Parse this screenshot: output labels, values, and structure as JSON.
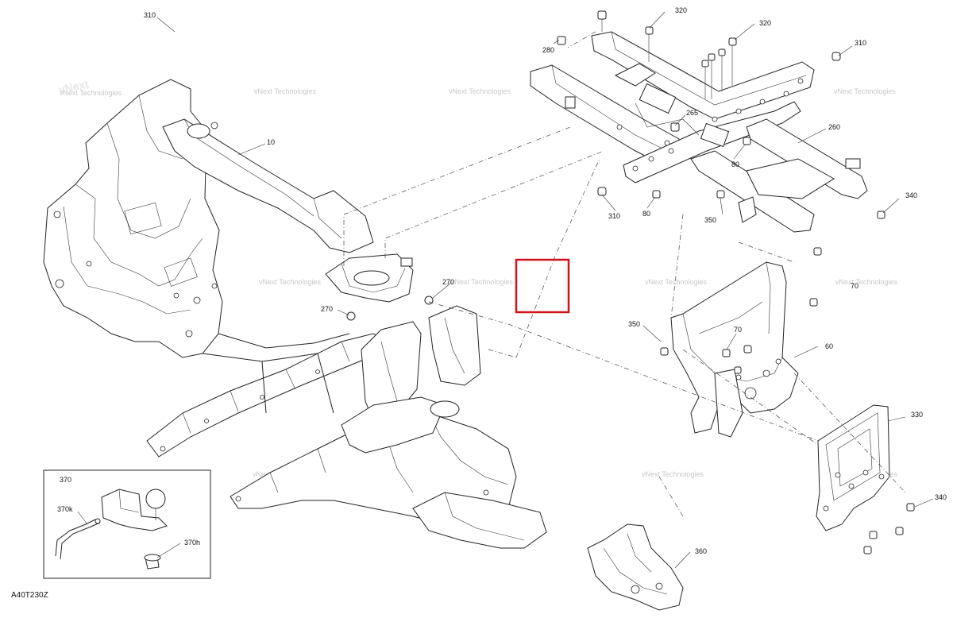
{
  "diagram": {
    "reference_code": "A40T230Z",
    "watermark_text": "vNext Technologies",
    "watermark_logo_text": "vNext",
    "highlight_color": "#d0121b",
    "callouts": {
      "c310_a": "310",
      "c320_a": "320",
      "c320_b": "320",
      "c280": "280",
      "c310_b": "310",
      "c10": "10",
      "c265": "265",
      "c260": "260",
      "c80_a": "80",
      "c310_c": "310",
      "c80_b": "80",
      "c350_a": "350",
      "c340_a": "340",
      "c270_a": "270",
      "c270_b": "270",
      "c70_a": "70",
      "c350_b": "350",
      "c70_b": "70",
      "c60": "60",
      "c330": "330",
      "c340_b": "340",
      "c370": "370",
      "c370k": "370k",
      "c370h": "370h",
      "c360": "360"
    }
  }
}
